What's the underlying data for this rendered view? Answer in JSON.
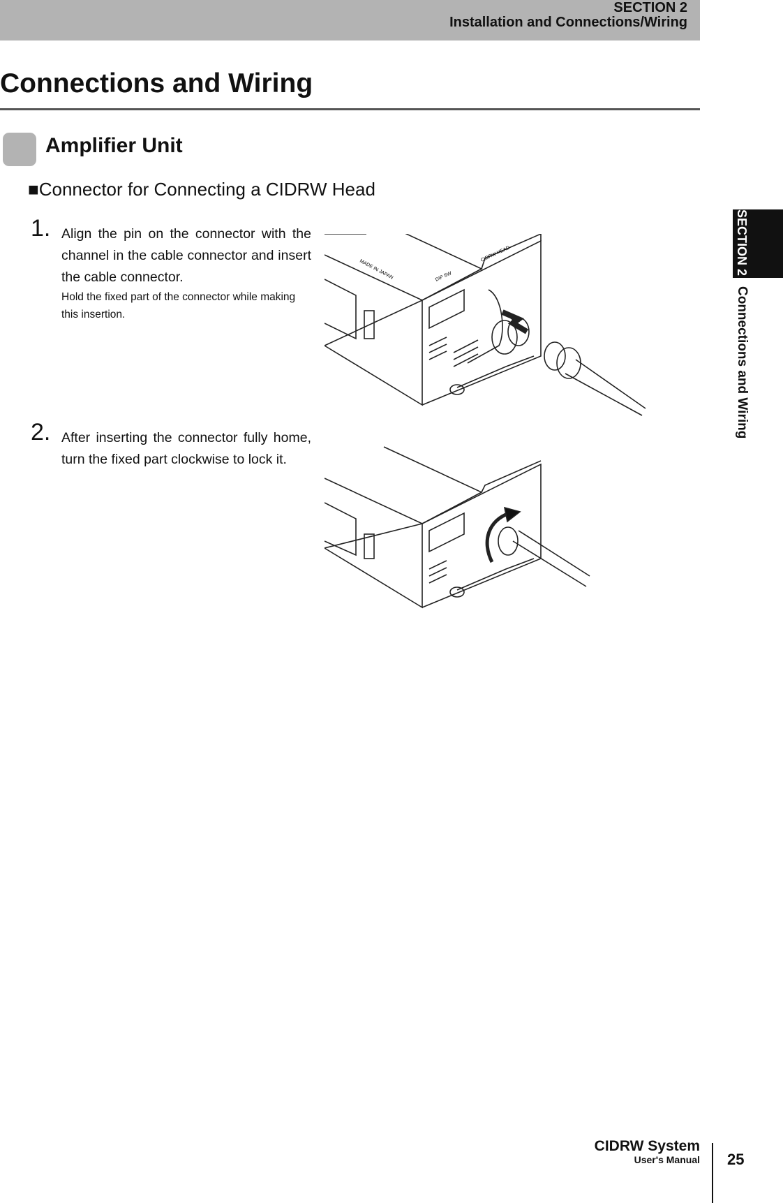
{
  "header": {
    "section": "SECTION 2",
    "chapter": "Installation and Connections/Wiring"
  },
  "title": "Connections and Wiring",
  "subsection": "Amplifier Unit",
  "heading": {
    "bullet": "■",
    "text": "Connector for Connecting a CIDRW Head"
  },
  "steps": [
    {
      "number": "1.",
      "text": "Align the pin on the connector with the channel in the cable connector and insert the cable connector.",
      "note": "Hold the fixed part of the connector while making this insertion."
    },
    {
      "number": "2.",
      "text": "After inserting the connector fully home, turn the fixed part clockwise to lock it."
    }
  ],
  "illustration_labels": {
    "made_in": "MADE IN JAPAN",
    "dip": "DIP SW",
    "head": "CIDRW HEAD"
  },
  "side_tab": {
    "section": "SECTION 2",
    "title": "Connections and Wiring"
  },
  "footer": {
    "product": "CIDRW System",
    "manual": "User's Manual",
    "page": "25"
  }
}
